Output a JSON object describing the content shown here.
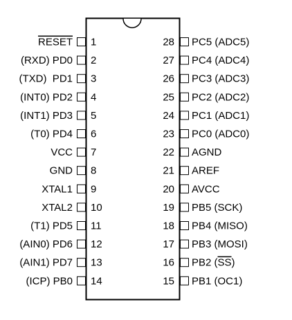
{
  "chip": {
    "left_pins": [
      {
        "number": "1",
        "label": "RESET",
        "overline": true
      },
      {
        "number": "2",
        "label": "(RXD) PD0"
      },
      {
        "number": "3",
        "label": "(TXD)  PD1"
      },
      {
        "number": "4",
        "label": "(INT0) PD2"
      },
      {
        "number": "5",
        "label": "(INT1) PD3"
      },
      {
        "number": "6",
        "label": "(T0) PD4"
      },
      {
        "number": "7",
        "label": "VCC"
      },
      {
        "number": "8",
        "label": "GND"
      },
      {
        "number": "9",
        "label": "XTAL1"
      },
      {
        "number": "10",
        "label": "XTAL2"
      },
      {
        "number": "11",
        "label": "(T1) PD5"
      },
      {
        "number": "12",
        "label": "(AIN0) PD6"
      },
      {
        "number": "13",
        "label": "(AIN1) PD7"
      },
      {
        "number": "14",
        "label": "(ICP) PB0"
      }
    ],
    "right_pins": [
      {
        "number": "28",
        "label": "PC5 (ADC5)"
      },
      {
        "number": "27",
        "label": "PC4 (ADC4)"
      },
      {
        "number": "26",
        "label": "PC3 (ADC3)"
      },
      {
        "number": "25",
        "label": "PC2 (ADC2)"
      },
      {
        "number": "24",
        "label": "PC1 (ADC1)"
      },
      {
        "number": "23",
        "label": "PC0 (ADC0)"
      },
      {
        "number": "22",
        "label": "AGND"
      },
      {
        "number": "21",
        "label": "AREF"
      },
      {
        "number": "20",
        "label": "AVCC"
      },
      {
        "number": "19",
        "label": "PB5 (SCK)"
      },
      {
        "number": "18",
        "label": "PB4 (MISO)"
      },
      {
        "number": "17",
        "label": "PB3 (MOSI)"
      },
      {
        "number": "16",
        "label_prefix": "PB2 (",
        "label_overline": "SS",
        "label_suffix": ")"
      },
      {
        "number": "15",
        "label": "PB1 (OC1)"
      }
    ]
  }
}
